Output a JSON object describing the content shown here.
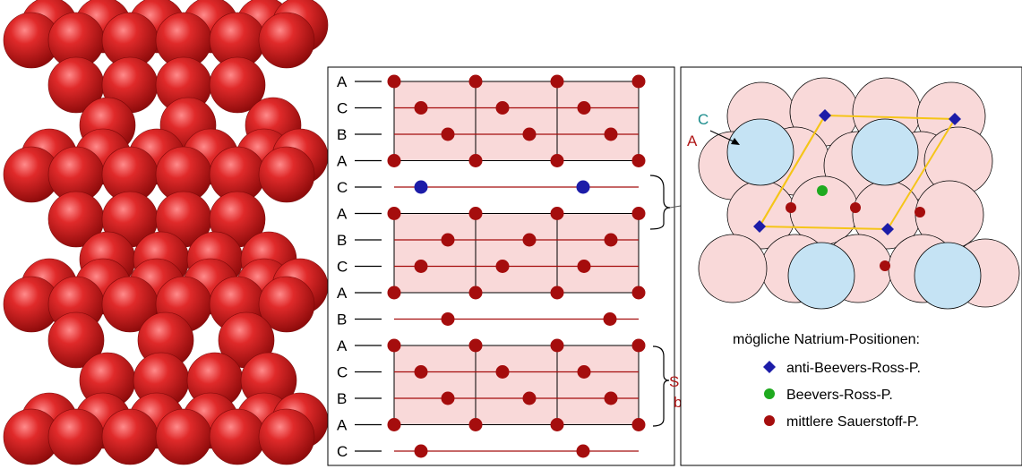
{
  "stack": {
    "layers": [
      "A",
      "C",
      "B",
      "A",
      "C",
      "A",
      "B",
      "C",
      "A",
      "B",
      "A",
      "C",
      "B",
      "A",
      "C"
    ],
    "block_label_line1": "Spinell-",
    "block_label_line2": "block"
  },
  "plan": {
    "label_c": "C",
    "label_a": "A"
  },
  "legend": {
    "title": "mögliche Natrium-Positionen:",
    "items": [
      {
        "label": "anti-Beevers-Ross-P.",
        "color": "#1c1ca8",
        "marker": "diamond"
      },
      {
        "label": "Beevers-Ross-P.",
        "color": "#1faa1f",
        "marker": "circle"
      },
      {
        "label": "mittlere Sauerstoff-P.",
        "color": "#a50d0d",
        "marker": "circle"
      }
    ]
  },
  "colors": {
    "sphere_red": "#d42020",
    "atom_darkred": "#a50d0d",
    "atom_blue": "#1c1ca8",
    "cell_fill": "#f9d9d9",
    "sphere_pink": "#f9d9d9",
    "sphere_lightblue": "#c5e3f4",
    "cell_outline": "#f5c518"
  }
}
